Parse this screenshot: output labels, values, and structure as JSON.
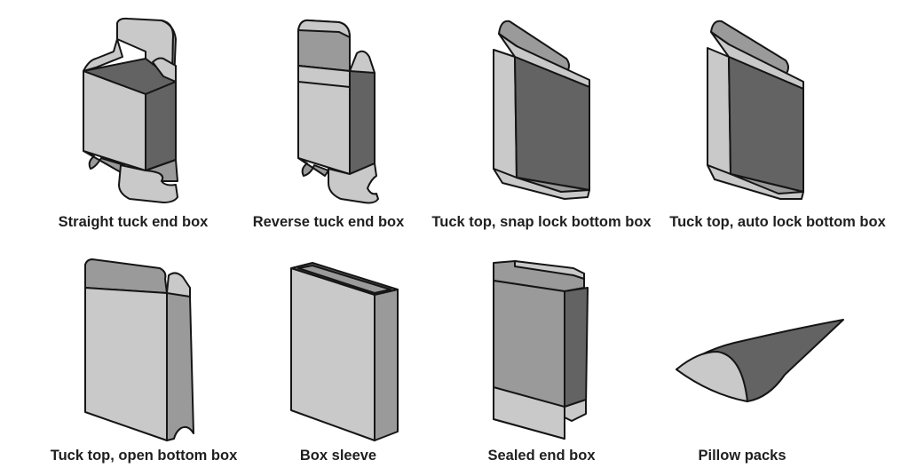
{
  "diagram": {
    "items": [
      {
        "label": "Straight tuck end box",
        "icon": "straight-tuck-end-box"
      },
      {
        "label": "Reverse tuck end box",
        "icon": "reverse-tuck-end-box"
      },
      {
        "label": "Tuck top, snap lock bottom box",
        "icon": "snap-lock-bottom-box"
      },
      {
        "label": "Tuck top, auto lock bottom box",
        "icon": "auto-lock-bottom-box"
      },
      {
        "label": "Tuck top, open bottom box",
        "icon": "open-bottom-box"
      },
      {
        "label": "Box sleeve",
        "icon": "box-sleeve"
      },
      {
        "label": "Sealed end box",
        "icon": "sealed-end-box"
      },
      {
        "label": "Pillow packs",
        "icon": "pillow-pack"
      }
    ],
    "colors": {
      "light_face": "#c9c9c9",
      "mid_face": "#9a9a9a",
      "dark_face": "#636363",
      "outline": "#151515",
      "background": "#ffffff",
      "label_text": "#1f1f1f"
    }
  }
}
